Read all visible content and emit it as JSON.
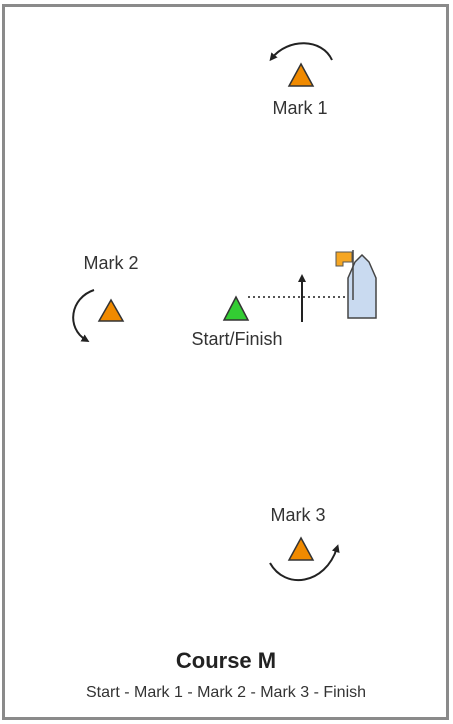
{
  "labels": {
    "mark1": "Mark 1",
    "mark2": "Mark 2",
    "mark3": "Mark 3",
    "start_finish": "Start/Finish"
  },
  "course": {
    "title": "Course M",
    "sequence": "Start - Mark 1 - Mark 2 - Mark 3 - Finish"
  },
  "colors": {
    "mark": "#f08a00",
    "start_mark": "#33cc33",
    "boat": "#c9daf0",
    "flag": "#f5a623",
    "frame": "#8a8a8a"
  }
}
